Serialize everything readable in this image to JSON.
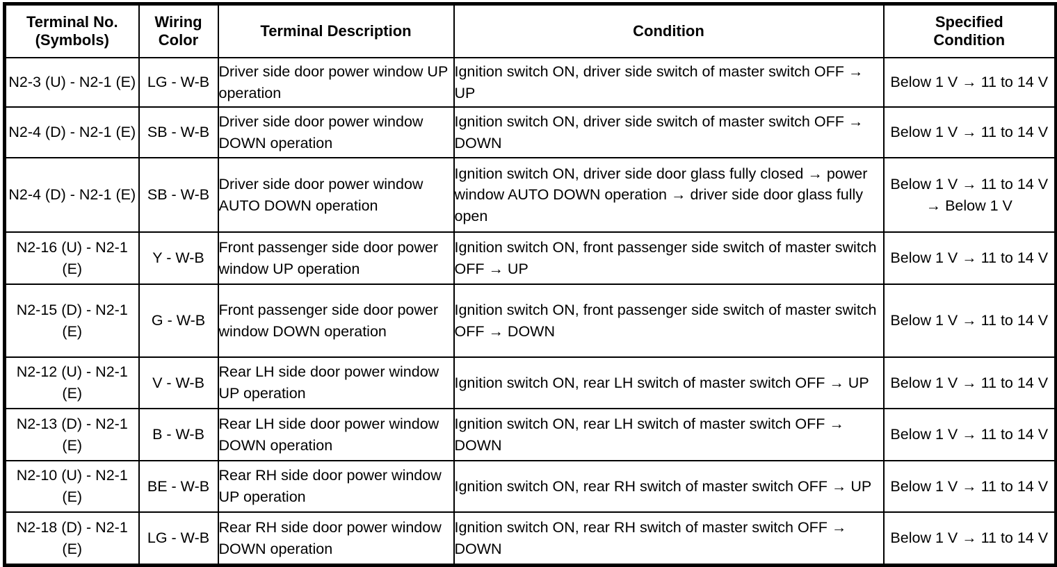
{
  "table": {
    "headers": [
      "Terminal No.\n(Symbols)",
      "Wiring\nColor",
      "Terminal Description",
      "Condition",
      "Specified\nCondition"
    ],
    "rows": [
      {
        "terminal": "N2-3 (U) - N2-1 (E)",
        "wiring_color": "LG - W-B",
        "description": "Driver side door power window UP operation",
        "condition": "Ignition switch ON, driver side switch of master switch OFF → UP",
        "specified_condition": "Below 1 V → 11 to 14 V"
      },
      {
        "terminal": "N2-4 (D) - N2-1 (E)",
        "wiring_color": "SB - W-B",
        "description": "Driver side door power window DOWN operation",
        "condition": "Ignition switch ON, driver side switch of master switch OFF → DOWN",
        "specified_condition": "Below 1 V → 11 to 14 V"
      },
      {
        "terminal": "N2-4 (D) - N2-1 (E)",
        "wiring_color": "SB - W-B",
        "description": "Driver side door power window AUTO DOWN operation",
        "condition": "Ignition switch ON, driver side door glass fully closed → power window AUTO DOWN operation → driver side door glass fully open",
        "specified_condition": "Below 1 V → 11 to 14 V → Below 1 V"
      },
      {
        "terminal": "N2-16 (U) - N2-1 (E)",
        "wiring_color": "Y - W-B",
        "description": "Front passenger side door power window UP operation",
        "condition": "Ignition switch ON, front passenger side switch of master switch OFF → UP",
        "specified_condition": "Below 1 V → 11 to 14 V"
      },
      {
        "terminal": "N2-15 (D) - N2-1 (E)",
        "wiring_color": "G - W-B",
        "description": "Front passenger side door power window DOWN operation",
        "condition": "Ignition switch ON, front passenger side switch of master switch OFF → DOWN",
        "specified_condition": "Below 1 V → 11 to 14 V"
      },
      {
        "terminal": "N2-12 (U) - N2-1 (E)",
        "wiring_color": "V - W-B",
        "description": "Rear LH side door power window UP operation",
        "condition": "Ignition switch ON, rear LH switch of master switch OFF → UP",
        "specified_condition": "Below 1 V → 11 to 14 V"
      },
      {
        "terminal": "N2-13 (D) - N2-1 (E)",
        "wiring_color": "B - W-B",
        "description": "Rear LH side door power window DOWN operation",
        "condition": "Ignition switch ON, rear LH switch of master switch OFF → DOWN",
        "specified_condition": "Below 1 V → 11 to 14 V"
      },
      {
        "terminal": "N2-10 (U) - N2-1 (E)",
        "wiring_color": "BE - W-B",
        "description": "Rear RH side door power window UP operation",
        "condition": "Ignition switch ON, rear RH switch of master switch OFF → UP",
        "specified_condition": "Below 1 V → 11 to 14 V"
      },
      {
        "terminal": "N2-18 (D) - N2-1 (E)",
        "wiring_color": "LG - W-B",
        "description": "Rear RH side door power window DOWN operation",
        "condition": "Ignition switch ON, rear RH switch of master switch OFF → DOWN",
        "specified_condition": "Below 1 V → 11 to 14 V"
      }
    ]
  },
  "colors": {
    "border": "#000000",
    "text": "#000000",
    "background": "#ffffff"
  }
}
